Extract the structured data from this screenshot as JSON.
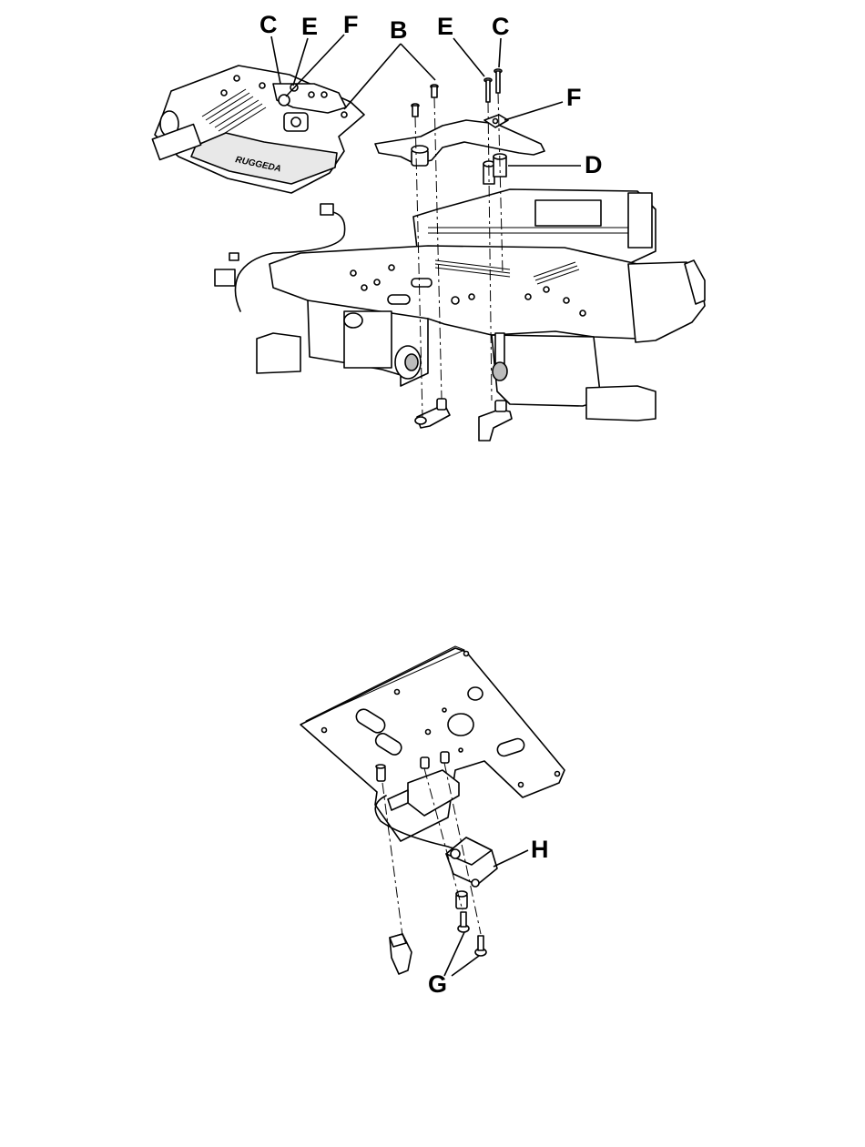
{
  "diagram": {
    "callouts": {
      "top": {
        "c_left": "C",
        "e_left": "E",
        "f_left": "F",
        "b": "B",
        "e_right": "E",
        "c_right": "C",
        "f_right": "F",
        "d": "D"
      },
      "bottom": {
        "h": "H",
        "g": "G"
      }
    },
    "inset_logo_text": "RUGGEDA"
  }
}
